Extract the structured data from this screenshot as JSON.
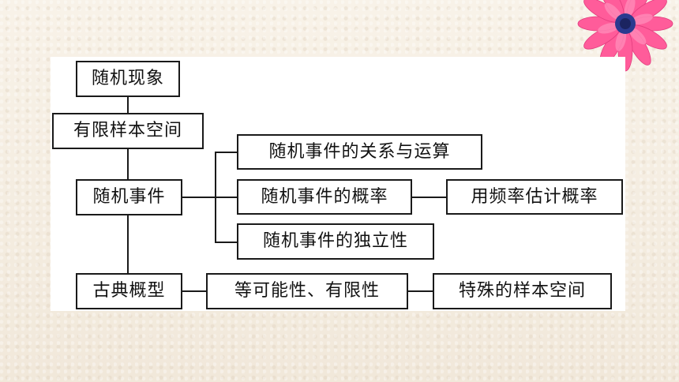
{
  "nodes": {
    "random_phenomenon": "随机现象",
    "finite_sample_space": "有限样本空间",
    "random_event": "随机事件",
    "event_relations_ops": "随机事件的关系与运算",
    "event_probability": "随机事件的概率",
    "frequency_estimate": "用频率估计概率",
    "event_independence": "随机事件的独立性",
    "classical_model": "古典概型",
    "equal_possibility_finite": "等可能性、有限性",
    "special_sample_space": "特殊的样本空间"
  },
  "colors": {
    "border": "#1a1a1a",
    "background": "#f6efe4",
    "panel": "#ffffff",
    "flower_petal": "#ff5c9a",
    "flower_center": "#2b3a8f"
  },
  "icons": [
    "flower-decoration-icon"
  ]
}
